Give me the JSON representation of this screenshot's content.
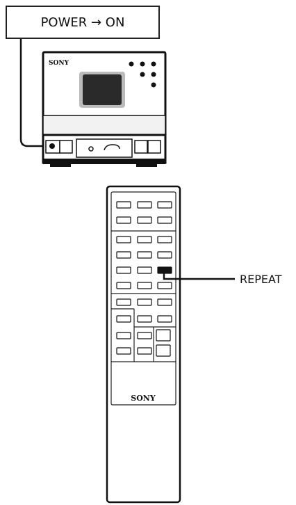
{
  "callouts": {
    "power": "POWER → ON",
    "repeat": "REPEAT"
  },
  "unit": {
    "brand": "SONY"
  },
  "remote": {
    "brand": "SONY"
  },
  "colors": {
    "line": "#111111",
    "panel": "#e8e8e8",
    "screen": "#2a2a2a",
    "button_fill": "#ffffff",
    "button_active": "#111111"
  }
}
